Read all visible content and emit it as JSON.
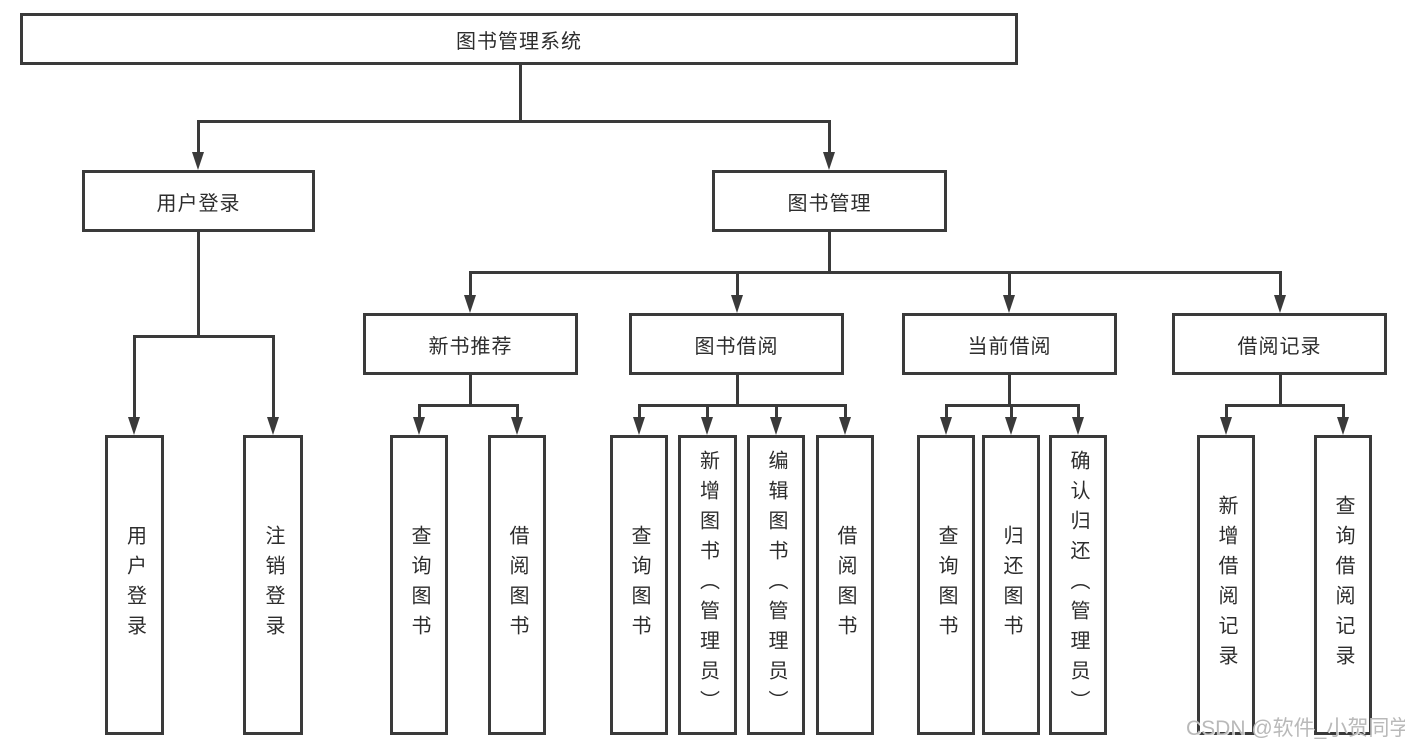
{
  "tree": {
    "root": {
      "label": "图书管理系统"
    },
    "branches": [
      {
        "label": "用户登录",
        "leaves": [
          {
            "label": "用户登录"
          },
          {
            "label": "注销登录"
          }
        ]
      },
      {
        "label": "图书管理",
        "sections": [
          {
            "label": "新书推荐",
            "leaves": [
              {
                "label": "查询图书"
              },
              {
                "label": "借阅图书"
              }
            ]
          },
          {
            "label": "图书借阅",
            "leaves": [
              {
                "label": "查询图书"
              },
              {
                "label": "新增图书（管理员）"
              },
              {
                "label": "编辑图书（管理员）"
              },
              {
                "label": "借阅图书"
              }
            ]
          },
          {
            "label": "当前借阅",
            "leaves": [
              {
                "label": "查询图书"
              },
              {
                "label": "归还图书"
              },
              {
                "label": "确认归还（管理员）"
              }
            ]
          },
          {
            "label": "借阅记录",
            "leaves": [
              {
                "label": "新增借阅记录"
              },
              {
                "label": "查询借阅记录"
              }
            ]
          }
        ]
      }
    ]
  },
  "watermark": {
    "text": "CSDN @软件_小贺同学",
    "color": "#b9b9b9"
  },
  "colors": {
    "line": "#3a3a3a",
    "box_border": "#3a3a3a",
    "text": "#2d2d2d",
    "background": "#ffffff"
  }
}
